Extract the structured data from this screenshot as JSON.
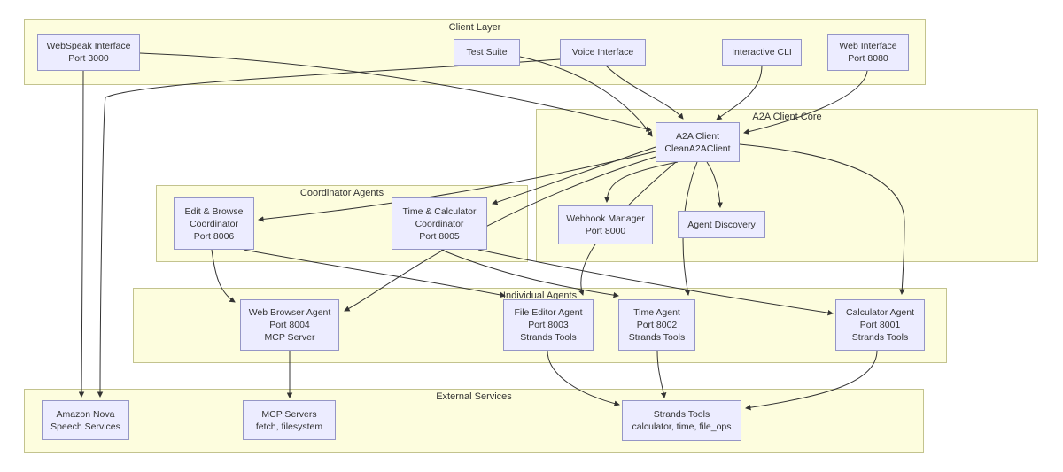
{
  "diagram": {
    "title": "A2A multi-agent system architecture",
    "colors": {
      "cluster_fill": "#fdfdde",
      "cluster_border": "#c3c38e",
      "node_fill": "#ECECFF",
      "node_border": "#9596c5",
      "edge": "#333333",
      "text": "#333333",
      "background": "#ffffff"
    },
    "clusters": {
      "client_layer": {
        "label": "Client Layer"
      },
      "a2a_core": {
        "label": "A2A Client Core"
      },
      "coordinators": {
        "label": "Coordinator Agents"
      },
      "individual": {
        "label": "Individual Agents"
      },
      "external": {
        "label": "External Services"
      }
    },
    "nodes": {
      "webspeak": {
        "lines": [
          "WebSpeak Interface",
          "Port 3000"
        ]
      },
      "test_suite": {
        "lines": [
          "Test Suite"
        ]
      },
      "voice": {
        "lines": [
          "Voice Interface"
        ]
      },
      "cli": {
        "lines": [
          "Interactive CLI"
        ]
      },
      "web_interface": {
        "lines": [
          "Web Interface",
          "Port 8080"
        ]
      },
      "a2a_client": {
        "lines": [
          "A2A Client",
          "CleanA2AClient"
        ]
      },
      "webhook": {
        "lines": [
          "Webhook Manager",
          "Port 8000"
        ]
      },
      "discovery": {
        "lines": [
          "Agent Discovery"
        ]
      },
      "edit_browse": {
        "lines": [
          "Edit & Browse",
          "Coordinator",
          "Port 8006"
        ]
      },
      "time_calc": {
        "lines": [
          "Time & Calculator",
          "Coordinator",
          "Port 8005"
        ]
      },
      "web_browser": {
        "lines": [
          "Web Browser Agent",
          "Port 8004",
          "MCP Server"
        ]
      },
      "file_editor": {
        "lines": [
          "File Editor Agent",
          "Port 8003",
          "Strands Tools"
        ]
      },
      "time_agent": {
        "lines": [
          "Time Agent",
          "Port 8002",
          "Strands Tools"
        ]
      },
      "calculator": {
        "lines": [
          "Calculator Agent",
          "Port 8001",
          "Strands Tools"
        ]
      },
      "nova": {
        "lines": [
          "Amazon Nova",
          "Speech Services"
        ]
      },
      "mcp_servers": {
        "lines": [
          "MCP Servers",
          "fetch, filesystem"
        ]
      },
      "strands": {
        "lines": [
          "Strands Tools",
          "calculator, time, file_ops"
        ]
      }
    },
    "edges": [
      {
        "from": "WebSpeak Interface",
        "to": "A2A Client"
      },
      {
        "from": "Test Suite",
        "to": "A2A Client"
      },
      {
        "from": "Voice Interface",
        "to": "A2A Client"
      },
      {
        "from": "Interactive CLI",
        "to": "A2A Client"
      },
      {
        "from": "Web Interface",
        "to": "A2A Client"
      },
      {
        "from": "WebSpeak Interface",
        "to": "Amazon Nova Speech Services"
      },
      {
        "from": "Voice Interface",
        "to": "Amazon Nova Speech Services"
      },
      {
        "from": "A2A Client",
        "to": "Webhook Manager"
      },
      {
        "from": "A2A Client",
        "to": "Agent Discovery"
      },
      {
        "from": "A2A Client",
        "to": "Edit & Browse Coordinator"
      },
      {
        "from": "A2A Client",
        "to": "Time & Calculator Coordinator"
      },
      {
        "from": "A2A Client",
        "to": "Web Browser Agent"
      },
      {
        "from": "A2A Client",
        "to": "File Editor Agent"
      },
      {
        "from": "A2A Client",
        "to": "Time Agent"
      },
      {
        "from": "A2A Client",
        "to": "Calculator Agent"
      },
      {
        "from": "Edit & Browse Coordinator",
        "to": "Web Browser Agent"
      },
      {
        "from": "Edit & Browse Coordinator",
        "to": "File Editor Agent"
      },
      {
        "from": "Time & Calculator Coordinator",
        "to": "Time Agent"
      },
      {
        "from": "Time & Calculator Coordinator",
        "to": "Calculator Agent"
      },
      {
        "from": "Web Browser Agent",
        "to": "MCP Servers"
      },
      {
        "from": "File Editor Agent",
        "to": "Strands Tools"
      },
      {
        "from": "Time Agent",
        "to": "Strands Tools"
      },
      {
        "from": "Calculator Agent",
        "to": "Strands Tools"
      }
    ]
  }
}
